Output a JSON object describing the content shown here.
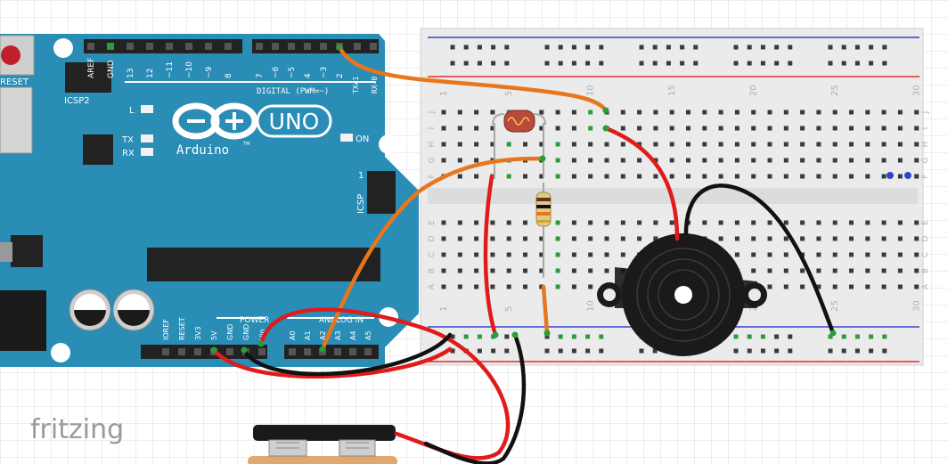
{
  "app": {
    "brand": "fritzing"
  },
  "arduino": {
    "board_color": "#2a8db5",
    "reset_label": "RESET",
    "icsp2_label": "ICSP2",
    "icsp_label": "ICSP",
    "icsp_pin1": "1",
    "logo_uno": "UNO",
    "logo_text": "Arduino",
    "logo_tm": "TM",
    "digital_label": "DIGITAL (PWM=~)",
    "l_label": "L",
    "tx_label": "TX",
    "rx_label": "RX",
    "on_label": "ON",
    "tx_pin_label": "TX▸1",
    "rx_pin_label": "RX◂0",
    "power_label": "POWER",
    "analog_label": "ANALOG IN",
    "digital_pins_left": [
      "AREF",
      "GND",
      "13",
      "12",
      "~11",
      "~10",
      "~9",
      "8"
    ],
    "digital_pins_right": [
      "7",
      "~6",
      "~5",
      "4",
      "~3",
      "2"
    ],
    "power_pins": [
      "IOREF",
      "RESET",
      "3V3",
      "5V",
      "GND",
      "GND",
      "Vin"
    ],
    "analog_pins": [
      "A0",
      "A1",
      "A2",
      "A3",
      "A4",
      "A5"
    ]
  },
  "breadboard": {
    "top_numbers": [
      "1",
      "5",
      "10",
      "15",
      "20",
      "25",
      "30"
    ],
    "bottom_numbers": [
      "1",
      "5",
      "10",
      "15",
      "20",
      "25",
      "30"
    ],
    "rows_top": [
      "J",
      "I",
      "H",
      "G",
      "F"
    ],
    "rows_bottom": [
      "E",
      "D",
      "C",
      "B",
      "A"
    ]
  },
  "colors": {
    "wire_orange": "#e8761c",
    "wire_red": "#e01b1b",
    "wire_black": "#111111",
    "rail_blue": "#3344cc",
    "rail_red": "#d93030",
    "hole_green": "#2a9d3a"
  },
  "icons": {
    "photoresistor": "photoresistor-icon",
    "resistor": "resistor-icon",
    "buzzer": "piezo-buzzer-icon",
    "battery": "battery-icon"
  }
}
